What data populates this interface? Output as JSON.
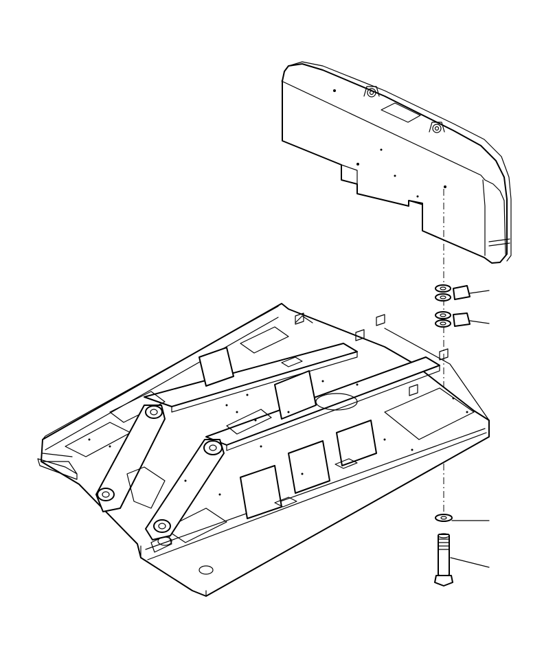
{
  "diagram": {
    "kind": "exploded-parts-view",
    "line_color": "#000000",
    "background": "#ffffff",
    "parts": [
      {
        "id": "counterweight",
        "icon": "counterweight-block"
      },
      {
        "id": "washer-1",
        "icon": "washer"
      },
      {
        "id": "washer-2",
        "icon": "washer"
      },
      {
        "id": "washer-3",
        "icon": "washer"
      },
      {
        "id": "bolt",
        "icon": "hex-bolt"
      },
      {
        "id": "frame",
        "icon": "revolving-frame"
      }
    ],
    "callouts": [
      "washer-1",
      "washer-2",
      "washer-3",
      "bolt"
    ]
  }
}
